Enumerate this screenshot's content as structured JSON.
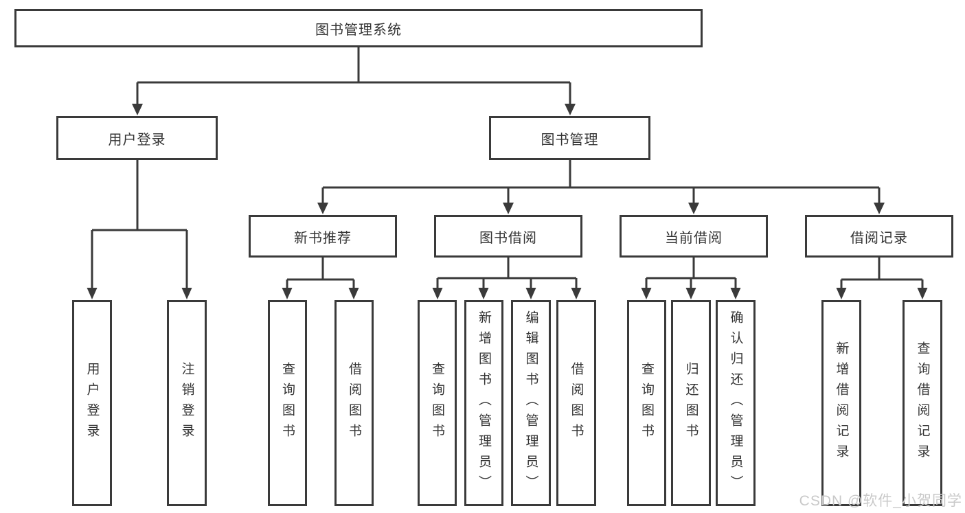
{
  "diagram": {
    "type": "hierarchy-tree",
    "colors": {
      "line": "#3a3a3a",
      "text": "#333333",
      "background": "#ffffff",
      "watermark": "#c9c9c9"
    },
    "root": {
      "label": "图书管理系统"
    },
    "level2": [
      {
        "label": "用户登录",
        "parent": "图书管理系统"
      },
      {
        "label": "图书管理",
        "parent": "图书管理系统"
      }
    ],
    "level3": [
      {
        "label": "新书推荐",
        "parent": "图书管理"
      },
      {
        "label": "图书借阅",
        "parent": "图书管理"
      },
      {
        "label": "当前借阅",
        "parent": "图书管理"
      },
      {
        "label": "借阅记录",
        "parent": "图书管理"
      }
    ],
    "leaves": [
      {
        "label": "用户登录",
        "parent": "用户登录"
      },
      {
        "label": "注销登录",
        "parent": "用户登录"
      },
      {
        "label": "查询图书",
        "parent": "新书推荐"
      },
      {
        "label": "借阅图书",
        "parent": "新书推荐"
      },
      {
        "label": "查询图书",
        "parent": "图书借阅"
      },
      {
        "label": "新增图书（管理员）",
        "parent": "图书借阅"
      },
      {
        "label": "编辑图书（管理员）",
        "parent": "图书借阅"
      },
      {
        "label": "借阅图书",
        "parent": "图书借阅"
      },
      {
        "label": "查询图书",
        "parent": "当前借阅"
      },
      {
        "label": "归还图书",
        "parent": "当前借阅"
      },
      {
        "label": "确认归还（管理员）",
        "parent": "当前借阅"
      },
      {
        "label": "新增借阅记录",
        "parent": "借阅记录"
      },
      {
        "label": "查询借阅记录",
        "parent": "借阅记录"
      }
    ],
    "watermark": "CSDN @软件_小贺同学"
  }
}
